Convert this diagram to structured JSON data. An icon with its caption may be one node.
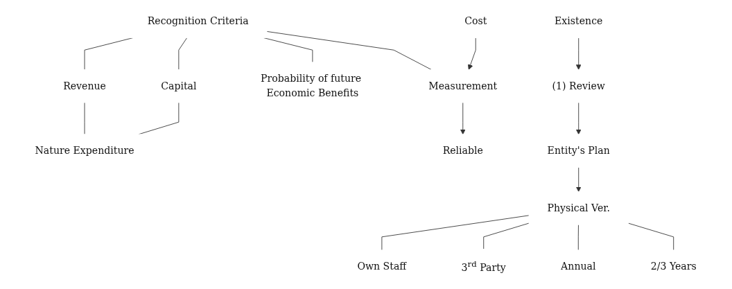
{
  "diagram": {
    "nodes": [
      {
        "text": [
          "Recognition Criteria"
        ]
      },
      {
        "text": [
          "Revenue"
        ]
      },
      {
        "text": [
          "Capital"
        ]
      },
      {
        "text": [
          "Nature Expenditure"
        ]
      },
      {
        "text": [
          "Probability of future Economic Benefits"
        ]
      },
      {
        "text": [
          "Cost"
        ]
      },
      {
        "text": [
          "Measurement"
        ]
      },
      {
        "text": [
          "Reliable"
        ]
      },
      {
        "text": [
          "Existence"
        ]
      },
      {
        "text": [
          "(1) Review"
        ]
      },
      {
        "text": [
          "Entity's Plan"
        ]
      },
      {
        "text": [
          "Physical Ver."
        ]
      },
      {
        "text": [
          "Own Staff"
        ]
      },
      {
        "text": [
          "3$^{rd}$ Party"
        ]
      },
      {
        "text": [
          "Annual"
        ]
      },
      {
        "text": [
          "2/3 Years"
        ]
      }
    ],
    "edges": [
      {
        "from": 0,
        "to": 1,
        "arrow": "none"
      },
      {
        "from": 0,
        "to": 2,
        "arrow": "none"
      },
      {
        "from": 1,
        "to": 3,
        "arrow": "none"
      },
      {
        "from": 2,
        "to": 3,
        "arrow": "none"
      },
      {
        "from": 0,
        "to": 4,
        "arrow": "none"
      },
      {
        "from": 0,
        "to": 6,
        "arrow": "none"
      },
      {
        "from": 5,
        "to": 6,
        "arrow": "to"
      },
      {
        "from": 6,
        "to": 7,
        "arrow": "to"
      },
      {
        "from": 8,
        "to": 9,
        "arrow": "to"
      },
      {
        "from": 9,
        "to": 10,
        "arrow": "to"
      },
      {
        "from": 10,
        "to": 11,
        "arrow": "to"
      },
      {
        "from": 11,
        "to": 12,
        "arrow": "none"
      },
      {
        "from": 11,
        "to": 13,
        "arrow": "none"
      },
      {
        "from": 11,
        "to": 14,
        "arrow": "none"
      },
      {
        "from": 11,
        "to": 15,
        "arrow": "none"
      }
    ]
  }
}
